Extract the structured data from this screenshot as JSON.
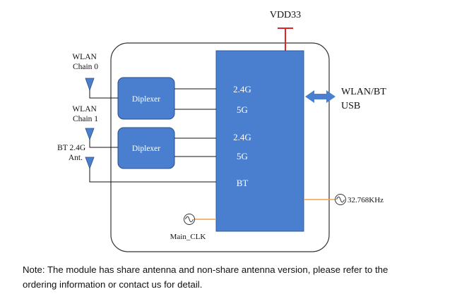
{
  "diagram": {
    "supply": {
      "label": "VDD33"
    },
    "antennas": {
      "wlan0": {
        "line1": "WLAN",
        "line2": "Chain 0"
      },
      "wlan1": {
        "line1": "WLAN",
        "line2": "Chain 1"
      },
      "bt": {
        "line1": "BT 2.4G",
        "line2": "Ant."
      }
    },
    "diplexers": [
      {
        "label": "Diplexer"
      },
      {
        "label": "Diplexer"
      }
    ],
    "chip": {
      "ports": [
        "2.4G",
        "5G",
        "2.4G",
        "5G",
        "BT"
      ]
    },
    "interface": {
      "line1": "WLAN/BT",
      "line2": "USB"
    },
    "clocks": {
      "main": {
        "label": "Main_CLK"
      },
      "rtc": {
        "label": "32.768KHz"
      }
    },
    "colors": {
      "block_fill": "#4a7fd0",
      "block_stroke": "#2f5b9c",
      "antenna_fill": "#4a7fd0",
      "supply_marker": "#d62828",
      "clock_line": "#f0a04b",
      "arrow": "#4a7fd0"
    }
  },
  "note": {
    "line1": "Note: The module has share antenna and non-share antenna version, please refer to the",
    "line2": "ordering information or contact us for detail."
  }
}
